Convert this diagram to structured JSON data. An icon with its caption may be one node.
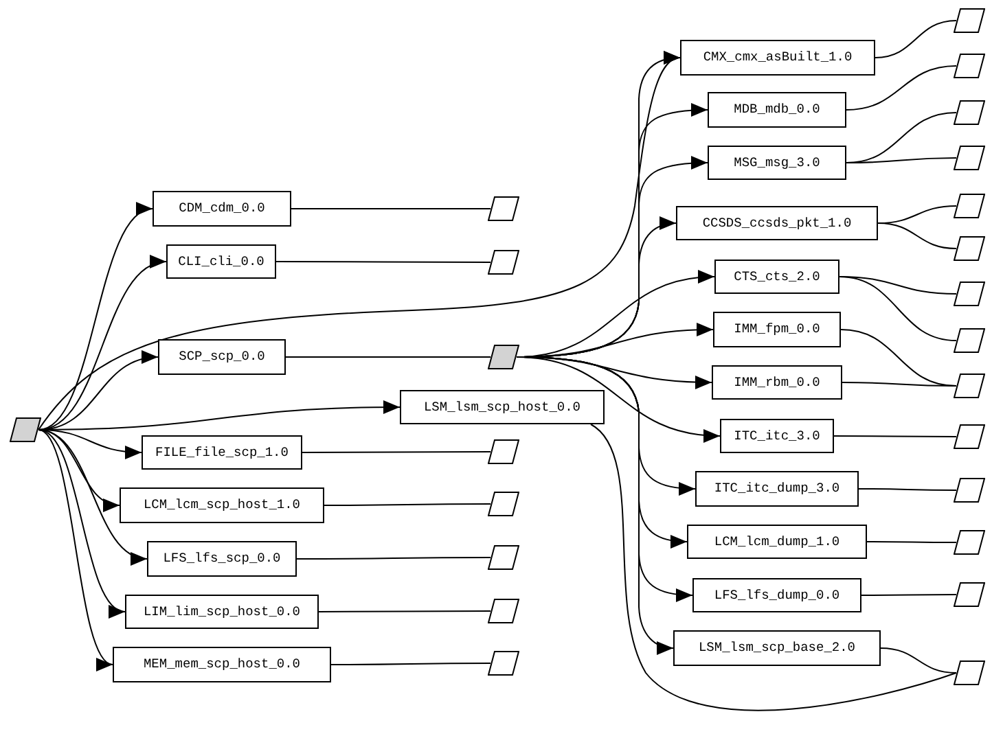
{
  "diagram": {
    "nodes": [
      {
        "text": [],
        "shape": "parallelogram"
      },
      {
        "text": [
          "CDM_cdm_0.0"
        ]
      },
      {
        "text": [
          "CLI_cli_0.0"
        ]
      },
      {
        "text": [
          "SCP_scp_0.0"
        ]
      },
      {
        "text": [
          "LSM_lsm_scp_host_0.0"
        ]
      },
      {
        "text": [
          "FILE_file_scp_1.0"
        ]
      },
      {
        "text": [
          "LCM_lcm_scp_host_1.0"
        ]
      },
      {
        "text": [
          "LFS_lfs_scp_0.0"
        ]
      },
      {
        "text": [
          "LIM_lim_scp_host_0.0"
        ]
      },
      {
        "text": [
          "MEM_mem_scp_host_0.0"
        ]
      },
      {
        "text": [],
        "shape": "parallelogram"
      },
      {
        "text": [],
        "shape": "parallelogram"
      },
      {
        "text": [],
        "shape": "parallelogram"
      },
      {
        "text": [],
        "shape": "parallelogram"
      },
      {
        "text": [],
        "shape": "parallelogram"
      },
      {
        "text": [],
        "shape": "parallelogram"
      },
      {
        "text": [],
        "shape": "parallelogram"
      },
      {
        "text": [],
        "shape": "parallelogram"
      },
      {
        "text": [
          "CMX_cmx_asBuilt_1.0"
        ]
      },
      {
        "text": [
          "MDB_mdb_0.0"
        ]
      },
      {
        "text": [
          "MSG_msg_3.0"
        ]
      },
      {
        "text": [
          "CCSDS_ccsds_pkt_1.0"
        ]
      },
      {
        "text": [
          "CTS_cts_2.0"
        ]
      },
      {
        "text": [
          "IMM_fpm_0.0"
        ]
      },
      {
        "text": [
          "IMM_rbm_0.0"
        ]
      },
      {
        "text": [
          "ITC_itc_3.0"
        ]
      },
      {
        "text": [
          "ITC_itc_dump_3.0"
        ]
      },
      {
        "text": [
          "LCM_lcm_dump_1.0"
        ]
      },
      {
        "text": [
          "LFS_lfs_dump_0.0"
        ]
      },
      {
        "text": [
          "LSM_lsm_scp_base_2.0"
        ]
      },
      {
        "text": [],
        "shape": "parallelogram"
      },
      {
        "text": [],
        "shape": "parallelogram"
      },
      {
        "text": [],
        "shape": "parallelogram"
      },
      {
        "text": [],
        "shape": "parallelogram"
      },
      {
        "text": [],
        "shape": "parallelogram"
      },
      {
        "text": [],
        "shape": "parallelogram"
      },
      {
        "text": [],
        "shape": "parallelogram"
      },
      {
        "text": [],
        "shape": "parallelogram"
      },
      {
        "text": [],
        "shape": "parallelogram"
      },
      {
        "text": [],
        "shape": "parallelogram"
      },
      {
        "text": [],
        "shape": "parallelogram"
      },
      {
        "text": [],
        "shape": "parallelogram"
      },
      {
        "text": [],
        "shape": "parallelogram"
      },
      {
        "text": [],
        "shape": "parallelogram"
      }
    ],
    "edges": [
      {
        "from": 0,
        "to": 1,
        "arrow": "to"
      },
      {
        "from": 0,
        "to": 2,
        "arrow": "to"
      },
      {
        "from": 0,
        "to": 3,
        "arrow": "to"
      },
      {
        "from": 0,
        "to": 4,
        "arrow": "to"
      },
      {
        "from": 0,
        "to": 5,
        "arrow": "to"
      },
      {
        "from": 0,
        "to": 6,
        "arrow": "to"
      },
      {
        "from": 0,
        "to": 7,
        "arrow": "to"
      },
      {
        "from": 0,
        "to": 8,
        "arrow": "to"
      },
      {
        "from": 0,
        "to": 9,
        "arrow": "to"
      },
      {
        "from": 0,
        "to": 18,
        "arrow": "to"
      },
      {
        "from": 1,
        "to": 10,
        "arrow": "none"
      },
      {
        "from": 2,
        "to": 11,
        "arrow": "none"
      },
      {
        "from": 3,
        "to": 12,
        "arrow": "none"
      },
      {
        "from": 5,
        "to": 13,
        "arrow": "none"
      },
      {
        "from": 6,
        "to": 14,
        "arrow": "none"
      },
      {
        "from": 7,
        "to": 15,
        "arrow": "none"
      },
      {
        "from": 8,
        "to": 16,
        "arrow": "none"
      },
      {
        "from": 9,
        "to": 17,
        "arrow": "none"
      },
      {
        "from": 12,
        "to": 18,
        "arrow": "to"
      },
      {
        "from": 12,
        "to": 19,
        "arrow": "to"
      },
      {
        "from": 12,
        "to": 20,
        "arrow": "to"
      },
      {
        "from": 12,
        "to": 21,
        "arrow": "to"
      },
      {
        "from": 12,
        "to": 22,
        "arrow": "to"
      },
      {
        "from": 12,
        "to": 23,
        "arrow": "to"
      },
      {
        "from": 12,
        "to": 24,
        "arrow": "to"
      },
      {
        "from": 12,
        "to": 25,
        "arrow": "to"
      },
      {
        "from": 12,
        "to": 26,
        "arrow": "to"
      },
      {
        "from": 12,
        "to": 27,
        "arrow": "to"
      },
      {
        "from": 12,
        "to": 28,
        "arrow": "to"
      },
      {
        "from": 12,
        "to": 29,
        "arrow": "to"
      },
      {
        "from": 4,
        "to": 43,
        "arrow": "none"
      },
      {
        "from": 29,
        "to": 43,
        "arrow": "none"
      },
      {
        "from": 18,
        "to": 30,
        "arrow": "none"
      },
      {
        "from": 19,
        "to": 31,
        "arrow": "none"
      },
      {
        "from": 20,
        "to": 32,
        "arrow": "none"
      },
      {
        "from": 20,
        "to": 33,
        "arrow": "none"
      },
      {
        "from": 21,
        "to": 34,
        "arrow": "none"
      },
      {
        "from": 21,
        "to": 35,
        "arrow": "none"
      },
      {
        "from": 22,
        "to": 36,
        "arrow": "none"
      },
      {
        "from": 22,
        "to": 37,
        "arrow": "none"
      },
      {
        "from": 23,
        "to": 38,
        "arrow": "none"
      },
      {
        "from": 24,
        "to": 38,
        "arrow": "none"
      },
      {
        "from": 25,
        "to": 39,
        "arrow": "none"
      },
      {
        "from": 26,
        "to": 40,
        "arrow": "none"
      },
      {
        "from": 27,
        "to": 41,
        "arrow": "none"
      },
      {
        "from": 28,
        "to": 42,
        "arrow": "none"
      }
    ]
  }
}
